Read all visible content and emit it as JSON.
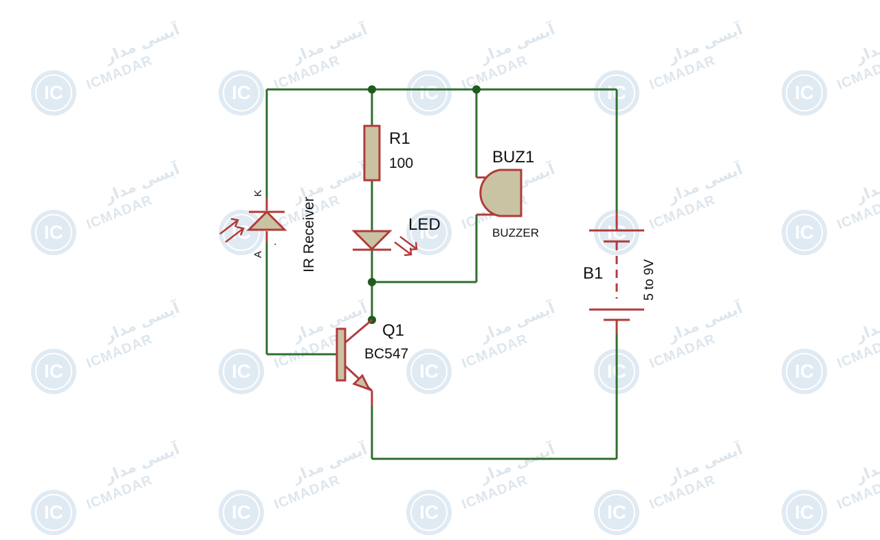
{
  "watermark": {
    "logo": "IC",
    "text_fa": "آیسی مدار",
    "text_en": "ICMADAR"
  },
  "components": {
    "ir_receiver": {
      "label": "IR Receiver",
      "pin_k": "K",
      "pin_a": "A",
      "dot": "."
    },
    "r1": {
      "ref": "R1",
      "value": "100"
    },
    "led": {
      "label": "LED"
    },
    "buzzer": {
      "ref": "BUZ1",
      "value": "BUZZER"
    },
    "battery": {
      "ref": "B1",
      "value": "5 to 9V"
    },
    "transistor": {
      "ref": "Q1",
      "value": "BC547"
    }
  },
  "colors": {
    "wire": "#2e6e2e",
    "component_outline": "#b23a3a",
    "component_fill": "#c9c3a3",
    "junction": "#1f5a1f",
    "watermark": "#2b5f8a"
  }
}
